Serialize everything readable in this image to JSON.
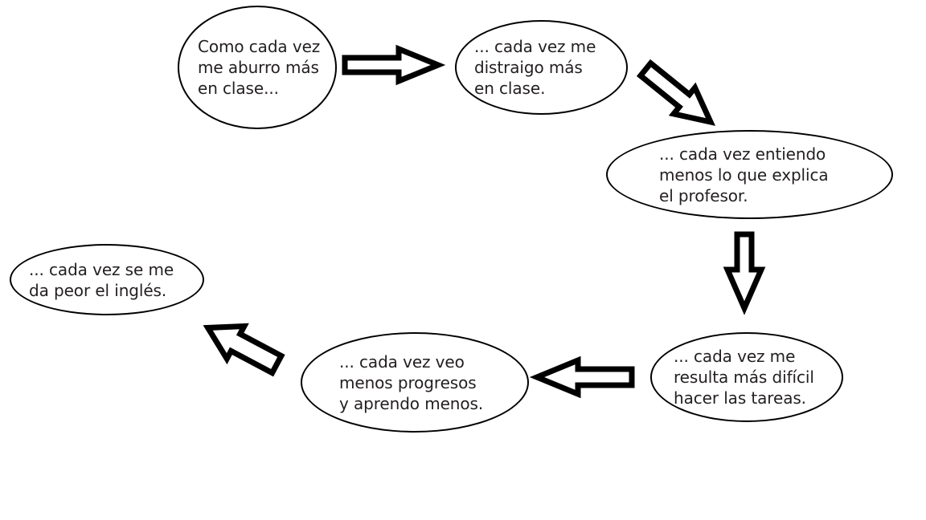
{
  "diagram": {
    "type": "cycle-flowchart",
    "language": "es",
    "shape_style": "ellipse-outline",
    "arrow_style": "hollow-block-arrow",
    "colors": {
      "background": "#ffffff",
      "outline": "#000000",
      "text": "#231f20",
      "arrow_fill": "#ffffff",
      "arrow_stroke": "#000000"
    },
    "nodes": [
      {
        "id": "node-0",
        "name": "node-aburro-en-clase",
        "lines": [
          "Como cada vez",
          "me aburro más",
          "en clase..."
        ],
        "text": "Como cada vez\nme aburro más\nen clase..."
      },
      {
        "id": "node-1",
        "name": "node-distraigo-en-clase",
        "lines": [
          "... cada vez me",
          "distraigo más",
          "en clase."
        ],
        "text": "... cada vez me\ndistraigo más\nen clase."
      },
      {
        "id": "node-2",
        "name": "node-entiendo-menos-profesor",
        "lines": [
          "... cada vez entiendo",
          "menos lo que explica",
          "el profesor."
        ],
        "text": "... cada vez entiendo\nmenos lo que explica\nel profesor."
      },
      {
        "id": "node-3",
        "name": "node-dificil-hacer-tareas",
        "lines": [
          "... cada vez me",
          "resulta más difícil",
          "hacer las tareas."
        ],
        "text": "... cada vez me\nresulta más difícil\nhacer las tareas."
      },
      {
        "id": "node-4",
        "name": "node-menos-progresos",
        "lines": [
          "... cada vez veo",
          "menos progresos",
          "y aprendo menos."
        ],
        "text": "... cada vez veo\nmenos progresos\ny aprendo menos."
      },
      {
        "id": "node-5",
        "name": "node-peor-ingles",
        "lines": [
          "... cada vez se me",
          "da peor el inglés."
        ],
        "text": "... cada vez se me\nda peor el inglés."
      }
    ],
    "arrows": [
      {
        "id": "arrow-0",
        "name": "arrow-right-icon",
        "direction": "right",
        "from": "node-0",
        "to": "node-1"
      },
      {
        "id": "arrow-1",
        "name": "arrow-down-right-icon",
        "direction": "down-right",
        "from": "node-1",
        "to": "node-2"
      },
      {
        "id": "arrow-2",
        "name": "arrow-down-icon",
        "direction": "down",
        "from": "node-2",
        "to": "node-3"
      },
      {
        "id": "arrow-3",
        "name": "arrow-left-icon",
        "direction": "left",
        "from": "node-3",
        "to": "node-4"
      },
      {
        "id": "arrow-4",
        "name": "arrow-up-left-icon",
        "direction": "up-left",
        "from": "node-4",
        "to": "node-5"
      }
    ]
  }
}
